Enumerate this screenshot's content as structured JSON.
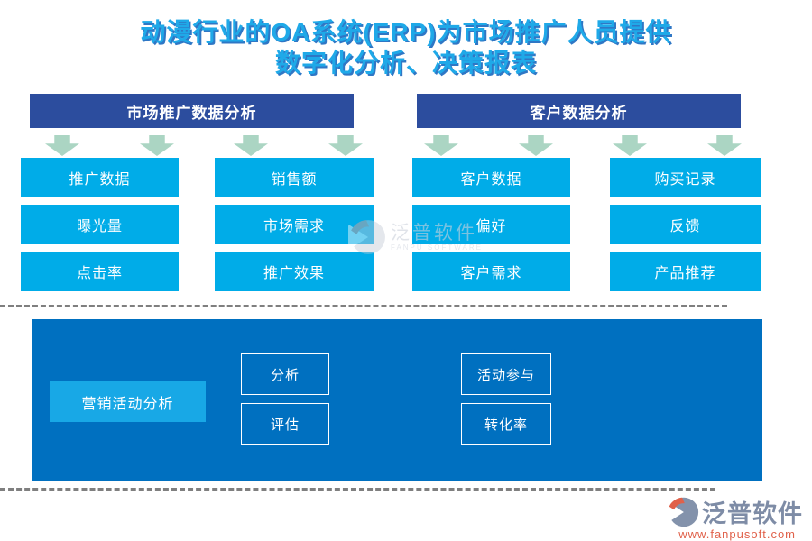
{
  "title": {
    "line1": "动漫行业的OA系统(ERP)为市场推广人员提供",
    "line2": "数字化分析、决策报表"
  },
  "sections": [
    {
      "header": "市场推广数据分析",
      "columns": [
        {
          "items": [
            "推广数据",
            "曝光量",
            "点击率"
          ]
        },
        {
          "items": [
            "销售额",
            "市场需求",
            "推广效果"
          ]
        }
      ]
    },
    {
      "header": "客户数据分析",
      "columns": [
        {
          "items": [
            "客户数据",
            "偏好",
            "客户需求"
          ]
        },
        {
          "items": [
            "购买记录",
            "反馈",
            "产品推荐"
          ]
        }
      ]
    }
  ],
  "campaign": {
    "label": "营销活动分析",
    "left_items": [
      "分析",
      "评估"
    ],
    "right_items": [
      "活动参与",
      "转化率"
    ]
  },
  "watermark": {
    "name_cn": "泛普软件",
    "name_en": "FANPU SOFTWARE"
  },
  "logo": {
    "name": "泛普软件",
    "url": "www.fanpusoft.com"
  },
  "colors": {
    "title_blue": "#1fa9e8",
    "header_bar_blue": "#2c4d9e",
    "node_blue": "#00ace8",
    "panel_blue": "#0070c0",
    "highlight_blue": "#18a8e6",
    "arrow_green": "#abd5c3",
    "dash_gray": "#7f7f7f",
    "logo_gray": "#7e8ca6",
    "logo_red": "#e0614a"
  }
}
